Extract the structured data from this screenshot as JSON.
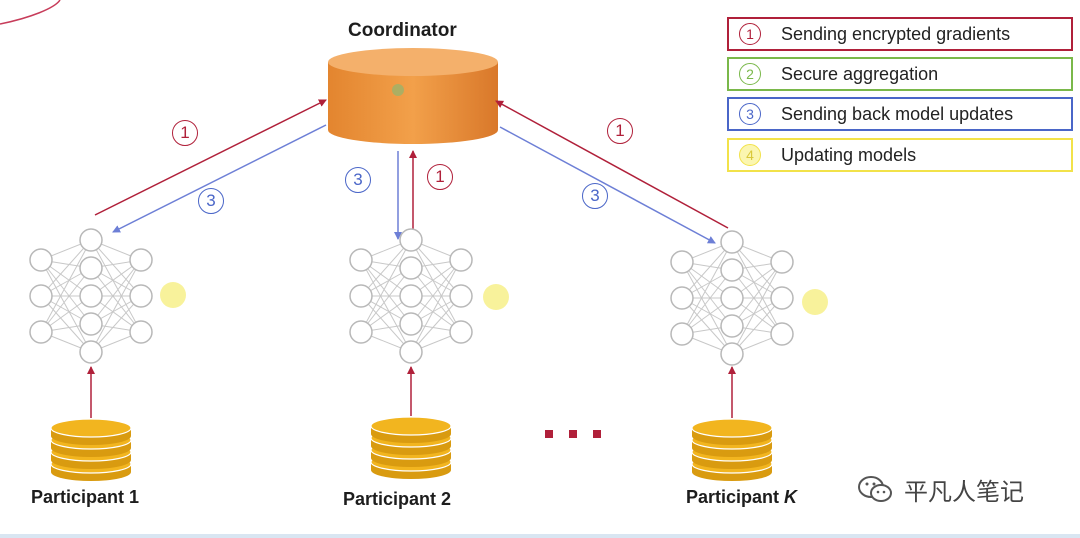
{
  "coordinator": {
    "label": "Coordinator"
  },
  "participants": [
    {
      "label": "Participant 1"
    },
    {
      "label": "Participant 2"
    },
    {
      "label": "Participant ",
      "suffix": "K"
    }
  ],
  "ellipsis": "• • •",
  "legend": [
    {
      "num": "1",
      "text": "Sending encrypted gradients",
      "color": "#b0203a"
    },
    {
      "num": "2",
      "text": "Secure aggregation",
      "color": "#7ab84a"
    },
    {
      "num": "3",
      "text": "Sending back model updates",
      "color": "#4a66c8"
    },
    {
      "num": "4",
      "text": "Updating models",
      "color": "#f2e24a"
    }
  ],
  "arrow_colors": {
    "send": "#b0203a",
    "back": "#6d7fd6",
    "data": "#b0203a"
  },
  "watermark": {
    "text": "平凡人笔记",
    "icon": "wechat-icon"
  }
}
